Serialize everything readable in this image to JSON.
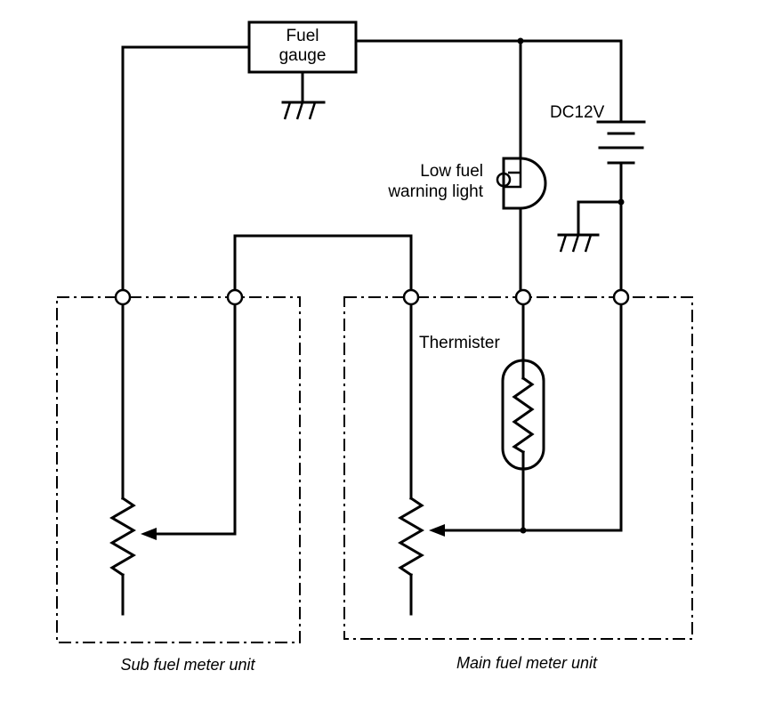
{
  "labels": {
    "fuel_gauge_line1": "Fuel",
    "fuel_gauge_line2": "gauge",
    "supply": "DC12V",
    "warning_line1": "Low fuel",
    "warning_line2": "warning light",
    "thermistor": "Thermister",
    "sub_unit": "Sub fuel meter unit",
    "main_unit": "Main fuel meter unit"
  }
}
